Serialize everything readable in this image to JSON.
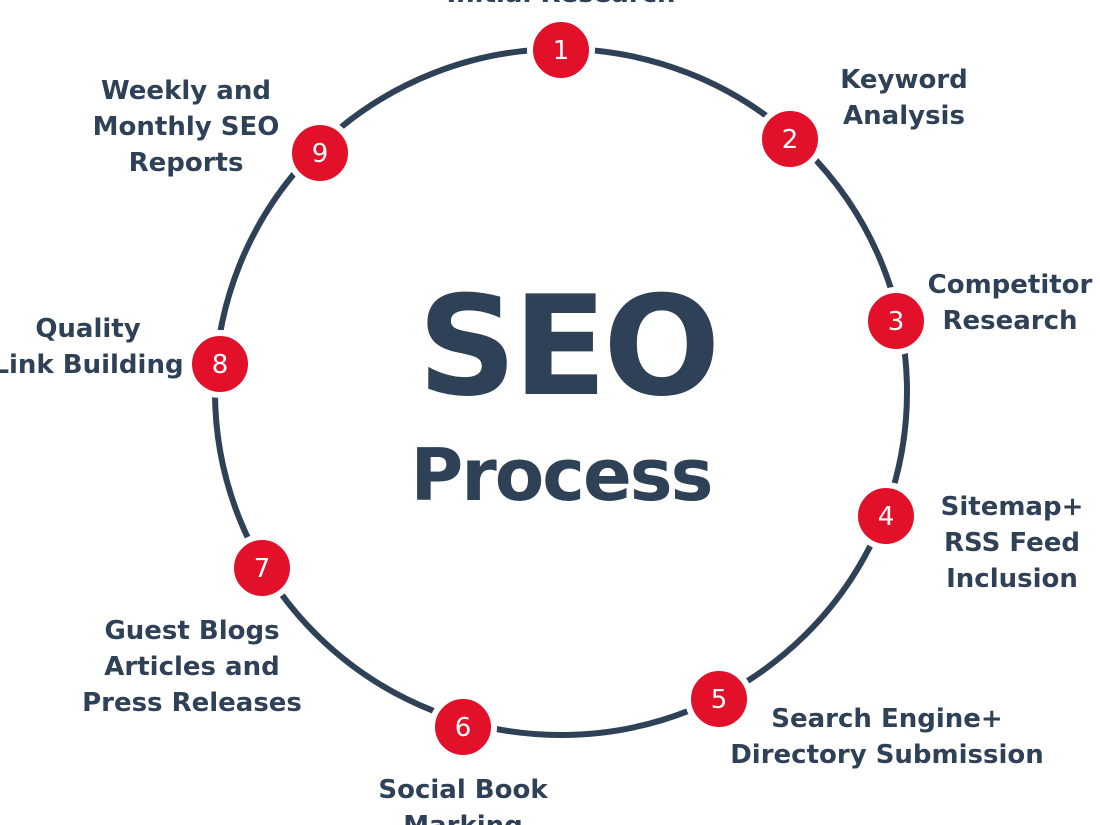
{
  "title": {
    "main": "SEO",
    "sub": "Process"
  },
  "colors": {
    "ring": "#2e4156",
    "accent": "#e3102a",
    "text": "#2e4156"
  },
  "steps": [
    {
      "number": "1",
      "lines": [
        "Initial Research"
      ]
    },
    {
      "number": "2",
      "lines": [
        "Keyword",
        "Analysis"
      ]
    },
    {
      "number": "3",
      "lines": [
        "Competitor",
        "Research"
      ]
    },
    {
      "number": "4",
      "lines": [
        "Sitemap+",
        "RSS Feed",
        "Inclusion"
      ]
    },
    {
      "number": "5",
      "lines": [
        "Search Engine+",
        "Directory Submission"
      ]
    },
    {
      "number": "6",
      "lines": [
        "Social Book",
        "Marking"
      ]
    },
    {
      "number": "7",
      "lines": [
        "Guest Blogs",
        "Articles and",
        "Press Releases"
      ]
    },
    {
      "number": "8",
      "lines": [
        "Quality",
        "Link Building"
      ]
    },
    {
      "number": "9",
      "lines": [
        "Weekly and",
        "Monthly SEO",
        "Reports"
      ]
    }
  ]
}
